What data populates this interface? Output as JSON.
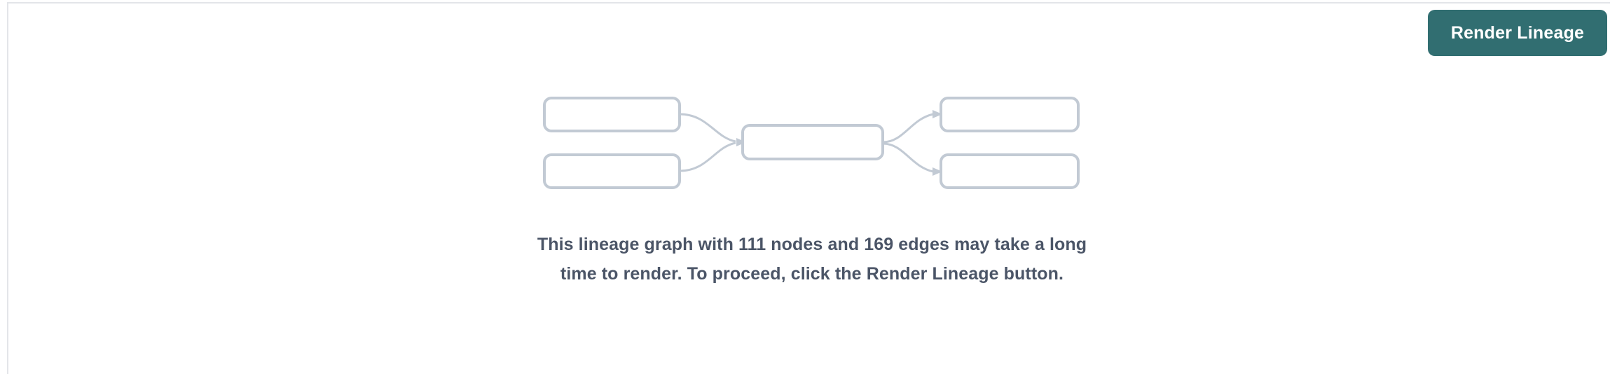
{
  "panel": {
    "background_color": "#ffffff",
    "rule_color": "#e3e5e9"
  },
  "toolbar": {
    "render_lineage_label": "Render Lineage",
    "render_lineage_color": "#316e71",
    "render_lineage_text_color": "#ffffff"
  },
  "placeholder_graph": {
    "node_stroke_color": "#c2cad4",
    "node_fill_color": "#ffffff",
    "edge_color": "#c2cad4",
    "nodes": [
      {
        "id": "left-top",
        "column": "left",
        "row": "top"
      },
      {
        "id": "left-bottom",
        "column": "left",
        "row": "bottom"
      },
      {
        "id": "center",
        "column": "center",
        "row": "middle"
      },
      {
        "id": "right-top",
        "column": "right",
        "row": "top"
      },
      {
        "id": "right-bottom",
        "column": "right",
        "row": "bottom"
      }
    ],
    "edges": [
      {
        "from": "left-top",
        "to": "center"
      },
      {
        "from": "left-bottom",
        "to": "center"
      },
      {
        "from": "center",
        "to": "right-top"
      },
      {
        "from": "center",
        "to": "right-bottom"
      }
    ]
  },
  "message": {
    "text": "This lineage graph with 111 nodes and 169 edges may take a long time to render. To proceed, click the Render Lineage button.",
    "node_count": 111,
    "edge_count": 169,
    "text_color": "#4b5567"
  }
}
